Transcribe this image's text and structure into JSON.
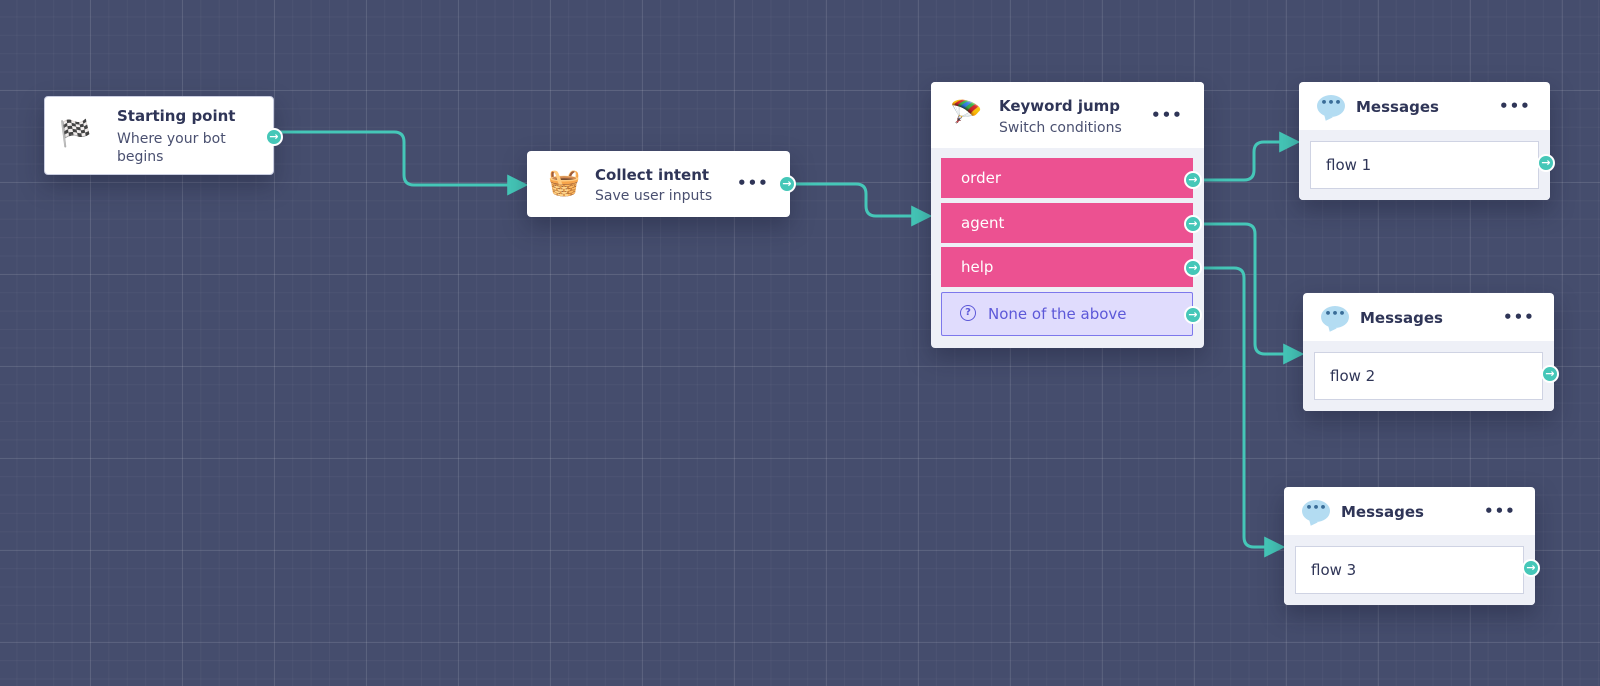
{
  "canvas": {
    "background": "#454d6d",
    "wire_color": "#45c7b8",
    "keyword_color": "#ec5191",
    "fallback_color": "#e0dcfd"
  },
  "nodes": {
    "start": {
      "icon": "checkered-flag-icon",
      "glyph": "🏁",
      "title": "Starting point",
      "subtitle": "Where your bot begins"
    },
    "collect": {
      "icon": "basket-icon",
      "glyph": "🧺",
      "title": "Collect intent",
      "subtitle": "Save user inputs",
      "menu": "•••"
    },
    "keyword": {
      "icon": "paraglider-icon",
      "glyph": "🪂",
      "title": "Keyword jump",
      "subtitle": "Switch conditions",
      "menu": "•••",
      "keywords": [
        "order",
        "agent",
        "help"
      ],
      "fallback": "None of the above"
    },
    "messages": [
      {
        "title": "Messages",
        "flow": "flow 1",
        "menu": "•••"
      },
      {
        "title": "Messages",
        "flow": "flow 2",
        "menu": "•••"
      },
      {
        "title": "Messages",
        "flow": "flow 3",
        "menu": "•••"
      }
    ]
  },
  "connector_glyph": "→",
  "bubble_glyph": "•••",
  "help_glyph": "?"
}
